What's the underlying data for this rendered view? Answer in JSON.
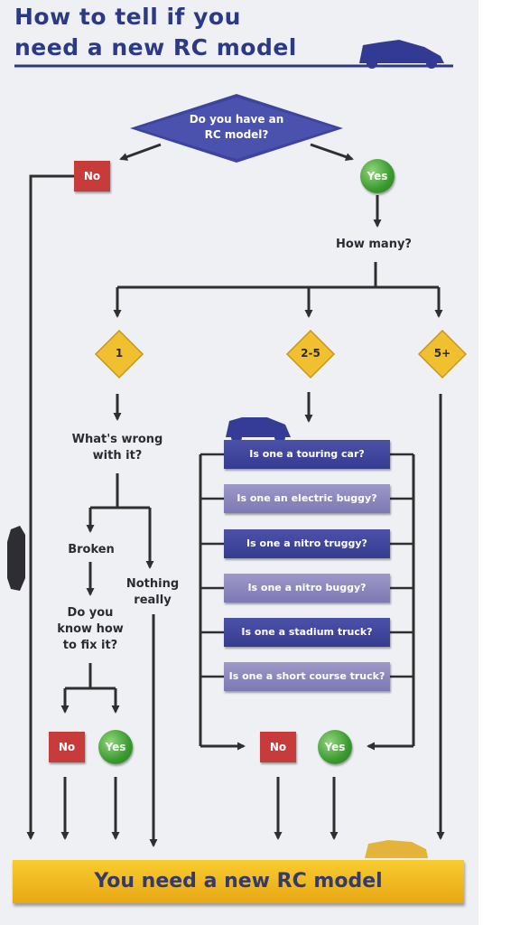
{
  "title": {
    "line1": "How to tell if you",
    "line2": "need a new RC model"
  },
  "start_question": {
    "line1": "Do you have an",
    "line2": "RC model?"
  },
  "answers": {
    "no": "No",
    "yes": "Yes"
  },
  "how_many": "How many?",
  "counts": {
    "one": "1",
    "few": "2-5",
    "many": "5+"
  },
  "single_model": {
    "question": {
      "line1": "What's wrong",
      "line2": "with it?"
    },
    "broken": "Broken",
    "nothing": {
      "line1": "Nothing",
      "line2": "really"
    },
    "fix_question": {
      "line1": "Do you",
      "line2": "know how",
      "line3": "to fix it?"
    },
    "no": "No",
    "yes": "Yes"
  },
  "checklist": [
    "Is one a touring car?",
    "Is one an electric buggy?",
    "Is one a nitro truggy?",
    "Is one a nitro buggy?",
    "Is one a stadium truck?",
    "Is one a short course truck?"
  ],
  "checklist_answers": {
    "no": "No",
    "yes": "Yes"
  },
  "result": "You need a new RC model",
  "colors": {
    "title": "#2c3a86",
    "start_diamond": "#3d44a0",
    "no_box": "#c73c3a",
    "yes_circle": "#3a9a2e",
    "count_diamond": "#f0c030",
    "checklist_dark": "#3d44a0",
    "checklist_light": "#8d89bf",
    "result_bar": "#f2bb22",
    "arrows": "#2f2f2f"
  },
  "icons": [
    "car-silhouette-icon",
    "truck-silhouette-icon",
    "buggy-silhouette-icon"
  ]
}
